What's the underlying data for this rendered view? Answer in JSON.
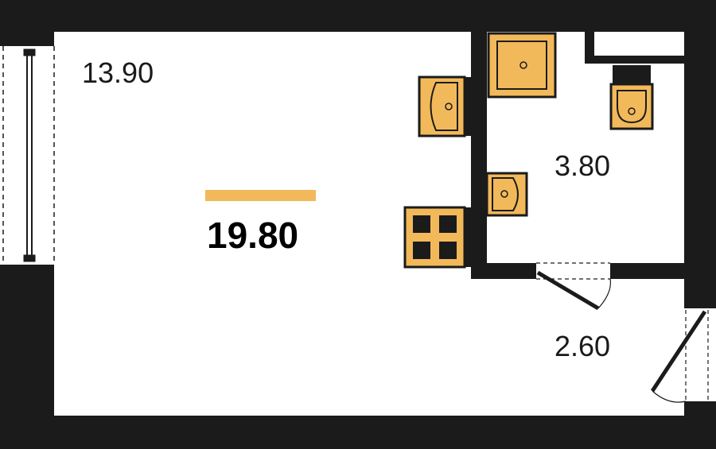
{
  "plan": {
    "total_area": "19.80",
    "rooms": {
      "main_room": "13.90",
      "bathroom": "3.80",
      "hallway": "2.60"
    }
  },
  "colors": {
    "wall": "#1b1b1b",
    "fixture_fill": "#f2b95a",
    "fixture_stroke": "#1b1b1b",
    "accent_bar": "#f2b95a",
    "background": "#ffffff"
  },
  "icons": [
    "shower-tray-icon",
    "kitchen-sink-icon",
    "toilet-icon",
    "bathroom-sink-icon",
    "stove-icon",
    "window-icon",
    "door-icon"
  ]
}
